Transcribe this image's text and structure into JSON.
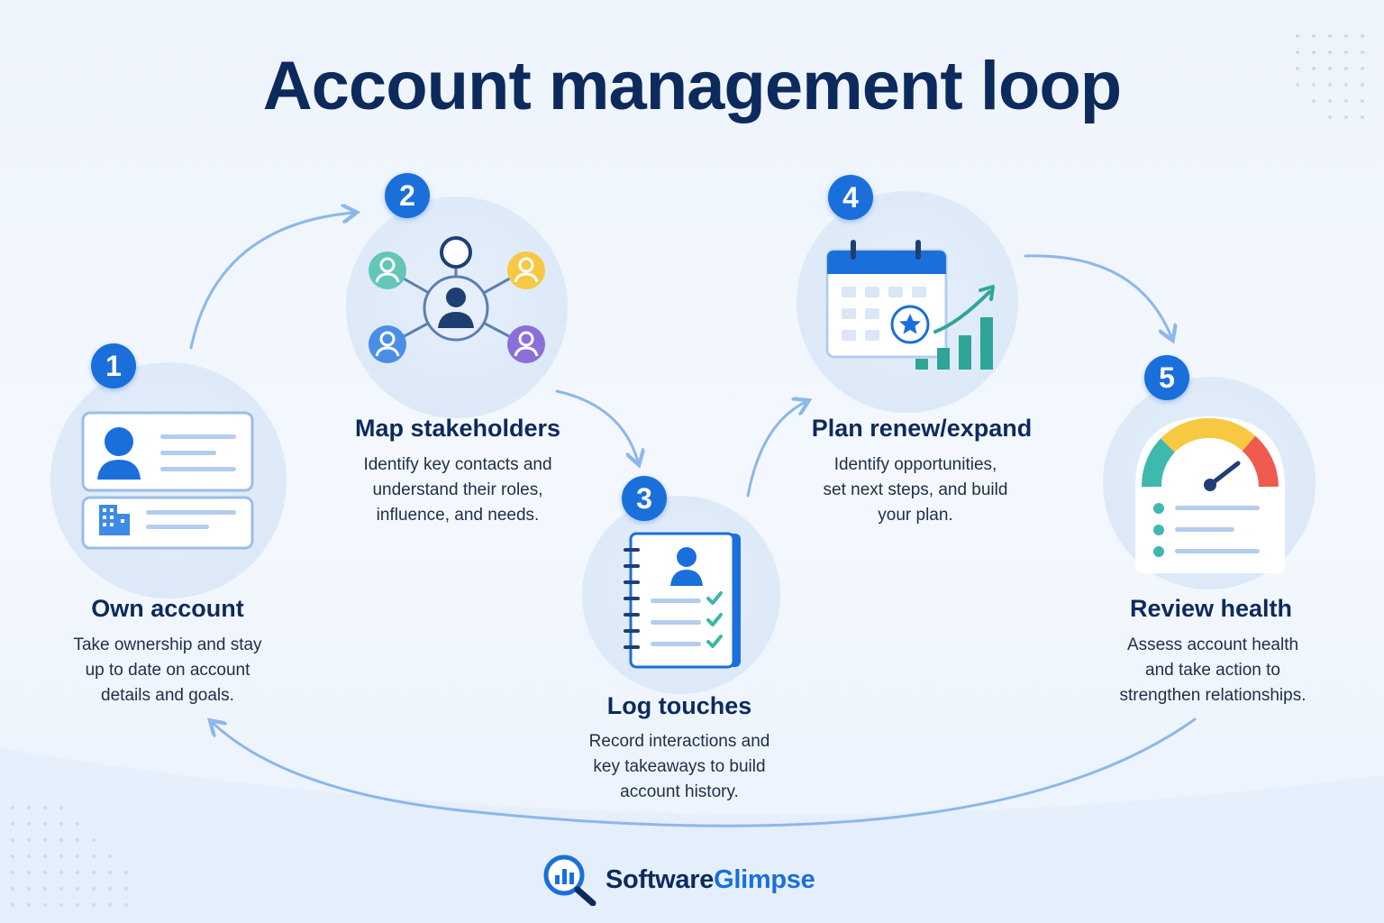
{
  "title": "Account management loop",
  "steps": [
    {
      "number": "1",
      "title": "Own account",
      "description": [
        "Take ownership and stay",
        "up to date on account",
        "details and goals."
      ],
      "icon": "account-card-icon"
    },
    {
      "number": "2",
      "title": "Map stakeholders",
      "description": [
        "Identify key contacts and",
        "understand their roles,",
        "influence, and needs."
      ],
      "icon": "stakeholder-network-icon"
    },
    {
      "number": "3",
      "title": "Log touches",
      "description": [
        "Record interactions and",
        "key takeaways to build",
        "account history."
      ],
      "icon": "notebook-checklist-icon"
    },
    {
      "number": "4",
      "title": "Plan renew/expand",
      "description": [
        "Identify opportunities,",
        "set next steps, and build",
        "your plan."
      ],
      "icon": "calendar-growth-icon"
    },
    {
      "number": "5",
      "title": "Review health",
      "description": [
        "Assess account health",
        "and take action to",
        "strengthen relationships."
      ],
      "icon": "health-gauge-icon"
    }
  ],
  "brand": {
    "name_part1": "Software",
    "name_part2": "Glimpse",
    "icon": "magnifier-chart-icon"
  },
  "colors": {
    "title": "#0d2a5c",
    "accent": "#1a6fdb",
    "arrow": "#8cb7ea",
    "circle": "#dde9f8"
  }
}
